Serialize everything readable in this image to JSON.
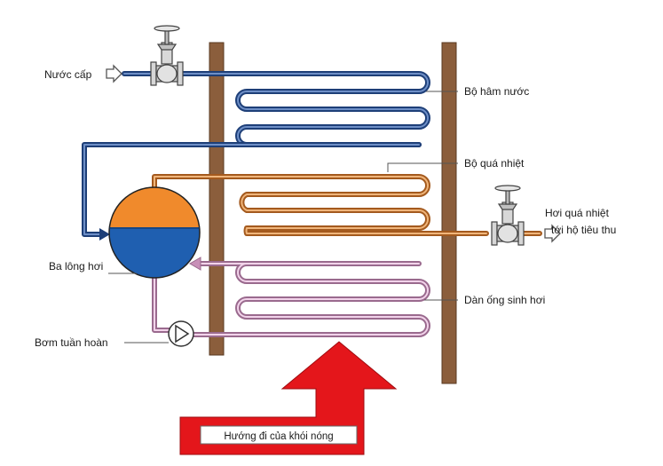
{
  "labels": {
    "feed_water": "Nước cấp",
    "economizer": "Bộ hâm nước",
    "superheater": "Bộ quá nhiệt",
    "superheated_steam_line1": "Hơi quá nhiệt",
    "superheated_steam_line2": "tới hộ tiêu thu",
    "steam_drum": "Ba lông hơi",
    "evaporator": "Dàn ống sinh hơi",
    "circulation_pump": "Bơm tuần hoàn",
    "hot_gas_direction": "Hướng đi của khói nóng"
  },
  "colors": {
    "water_pipe": "#2a4f8f",
    "steam_pipe": "#c8742e",
    "circulation_pipe": "#c890b8",
    "wall": "#8b5e3c",
    "drum_steam": "#f08a2c",
    "drum_water": "#1f5fb0",
    "hot_gas_arrow": "#e4161b"
  }
}
